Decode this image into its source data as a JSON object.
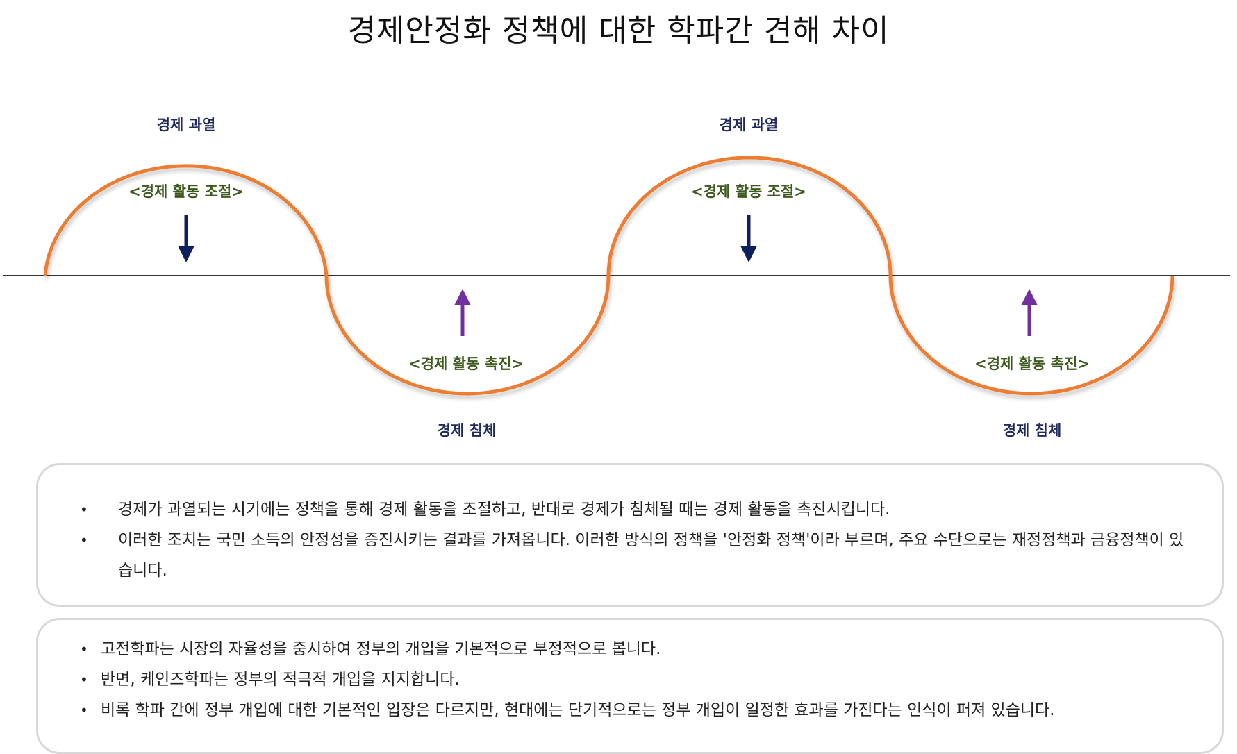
{
  "title": "경제안정화 정책에 대한 학파간 견해 차이",
  "diagram": {
    "peak_label": "경제 과열",
    "trough_label": "경제 침체",
    "peak_policy": "<경제 활동 조절>",
    "trough_policy": "<경제 활동 촉진>",
    "colors": {
      "wave": "#ed7d31",
      "axis": "#333333",
      "down_arrow": "#0d1f5c",
      "up_arrow": "#7030a0",
      "state_text": "#1f2a5e",
      "policy_text": "#3d5b1e"
    }
  },
  "box1": {
    "items": [
      "경제가 과열되는 시기에는 정책을 통해 경제 활동을 조절하고, 반대로 경제가 침체될 때는 경제 활동을 촉진시킵니다.",
      "이러한 조치는 국민 소득의 안정성을 증진시키는 결과를 가져옵니다. 이러한 방식의 정책을 '안정화 정책'이라 부르며, 주요 수단으로는 재정정책과 금융정책이 있습니다."
    ]
  },
  "box2": {
    "items": [
      "고전학파는 시장의 자율성을 중시하여 정부의 개입을 기본적으로 부정적으로 봅니다.",
      "반면, 케인즈학파는 정부의 적극적 개입을 지지합니다.",
      "비록 학파 간에 정부 개입에 대한 기본적인 입장은 다르지만, 현대에는 단기적으로는 정부 개입이 일정한 효과를 가진다는 인식이 퍼져 있습니다."
    ]
  },
  "bullet": "•"
}
